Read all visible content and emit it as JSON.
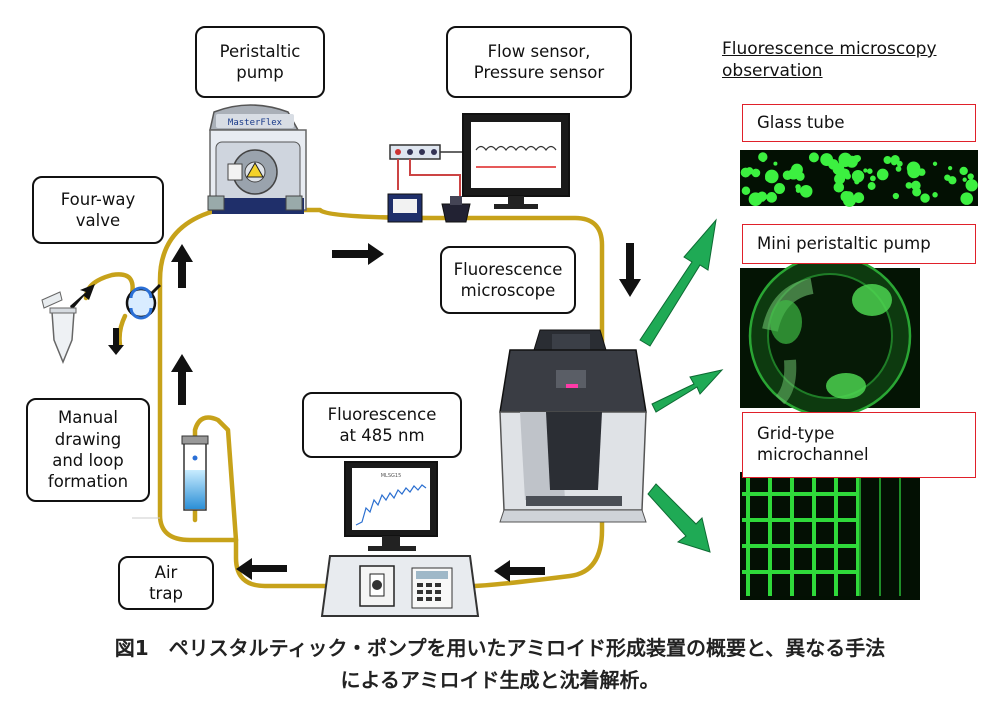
{
  "labels": {
    "peristaltic_pump": "Peristaltic\npump",
    "flow_sensor": "Flow sensor,\nPressure sensor",
    "four_way_valve": "Four-way\nvalve",
    "fluorescence_microscope": "Fluorescence\nmicroscope",
    "manual_drawing": "Manual\ndrawing\nand loop\nformation",
    "fluorescence_485": "Fluorescence\nat 485 nm",
    "air_trap": "Air\ntrap"
  },
  "device_text": {
    "pump_brand": "MasterFlex",
    "plot_title": "MLSG15"
  },
  "observation": {
    "title_line1": "Fluorescence microscopy",
    "title_line2": "observation",
    "panels": [
      {
        "label": "Glass tube"
      },
      {
        "label": "Mini peristaltic pump"
      },
      {
        "label": "Grid-type\nmicrochannel"
      }
    ]
  },
  "caption": {
    "line1": "図1　ペリスタルティック・ポンプを用いたアミロイド形成装置の概要と、異なる手法",
    "line2": "によるアミロイド生成と沈着解析。"
  },
  "colors": {
    "tube": "#c7a21a",
    "green_arrow": "#1faa55",
    "label_border_red": "#e0202a",
    "fluor_green": "#3cf040"
  }
}
